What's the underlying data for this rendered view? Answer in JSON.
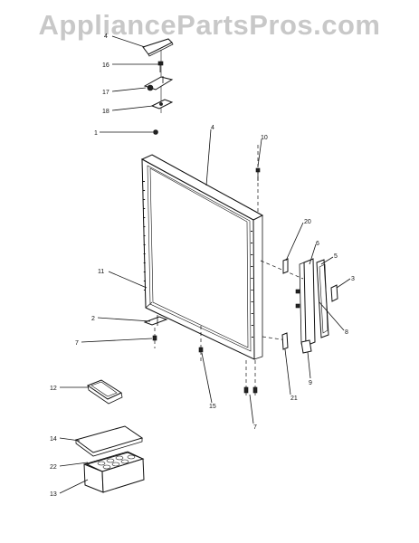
{
  "watermark": "AppliancePartsPros.com",
  "callouts": [
    "4",
    "16",
    "17",
    "18",
    "1",
    "4",
    "10",
    "20",
    "6",
    "5",
    "3",
    "8",
    "11",
    "2",
    "7",
    "9",
    "21",
    "15",
    "7",
    "12",
    "14",
    "22",
    "13"
  ]
}
